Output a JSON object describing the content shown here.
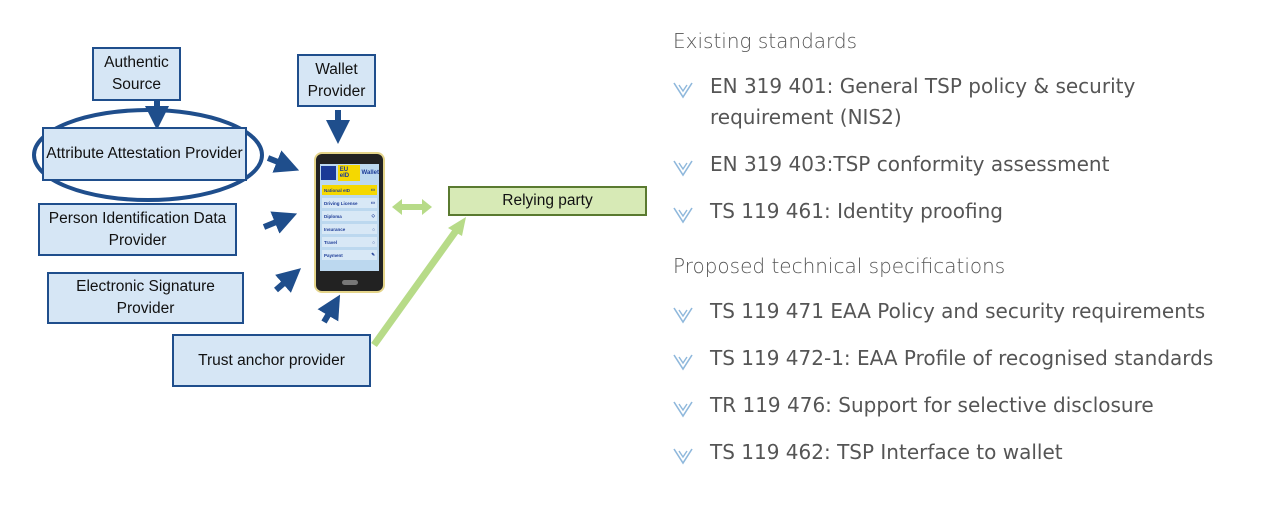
{
  "diagram": {
    "authentic_source": "Authentic Source",
    "wallet_provider": "Wallet Provider",
    "attribute_attestation_provider": "Attribute Attestation Provider",
    "pid_provider": "Person Identification Data Provider",
    "esig_provider": "Electronic Signature Provider",
    "trust_anchor": "Trust anchor provider",
    "relying_party": "Relying party",
    "phone": {
      "eu": "EU eID",
      "wallet": "Wallet",
      "items": [
        "National eID",
        "Driving License",
        "Diploma",
        "Insurance",
        "Travel",
        "Payment"
      ]
    }
  },
  "colors": {
    "arrow": "#1f4e8c",
    "box": "#d6e6f5",
    "relying": "#d7eab6",
    "icon": "#8fb8dc"
  },
  "standards": {
    "existing_title": "Existing standards",
    "existing": [
      "EN 319 401: General TSP policy & security requirement (NIS2)",
      "EN 319 403:TSP conformity assessment",
      "TS 119 461: Identity proofing"
    ],
    "proposed_title": "Proposed technical specifications",
    "proposed": [
      "TS 119 471 EAA Policy and security requirements",
      "TS 119 472-1: EAA Profile of recognised standards",
      "TR 119 476: Support for selective disclosure",
      "TS 119 462: TSP Interface to wallet"
    ]
  }
}
